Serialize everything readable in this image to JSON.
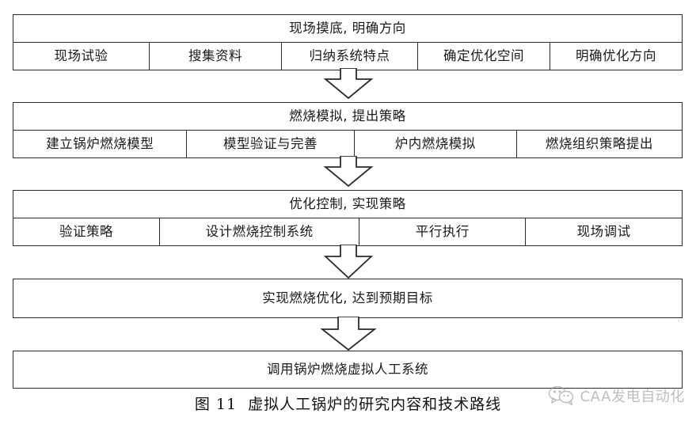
{
  "figure": {
    "caption_number": "图 11",
    "caption_text": "虚拟人工锅炉的研究内容和技术路线"
  },
  "colors": {
    "border": "#2b2b2b",
    "background": "#ffffff",
    "text": "#1a1a1a",
    "watermark": "#8a8a8a"
  },
  "flow": {
    "stages": [
      {
        "title": "现场摸底, 明确方向",
        "cells": [
          "现场试验",
          "搜集资料",
          "归纳系统特点",
          "确定优化空间",
          "明确优化方向"
        ]
      },
      {
        "title": "燃烧模拟, 提出策略",
        "cells": [
          "建立锅炉燃烧模型",
          "模型验证与完善",
          "炉内燃烧模拟",
          "燃烧组织策略提出"
        ]
      },
      {
        "title": "优化控制, 实现策略",
        "cells": [
          "验证策略",
          "设计燃烧控制系统",
          "平行执行",
          "现场调试"
        ]
      },
      {
        "title": "实现燃烧优化, 达到预期目标",
        "cells": []
      },
      {
        "title": "调用锅炉燃烧虚拟人工系统",
        "cells": []
      }
    ],
    "arrows": [
      {
        "name": "arrow-stage1-to-stage2",
        "direction": "down"
      },
      {
        "name": "arrow-stage2-to-stage3",
        "direction": "down"
      },
      {
        "name": "arrow-stage3-to-stage4",
        "direction": "down"
      },
      {
        "name": "arrow-stage4-to-stage5",
        "direction": "down"
      }
    ]
  },
  "watermark": {
    "icon": "wechat-icon",
    "text": "CAA发电自动化"
  }
}
